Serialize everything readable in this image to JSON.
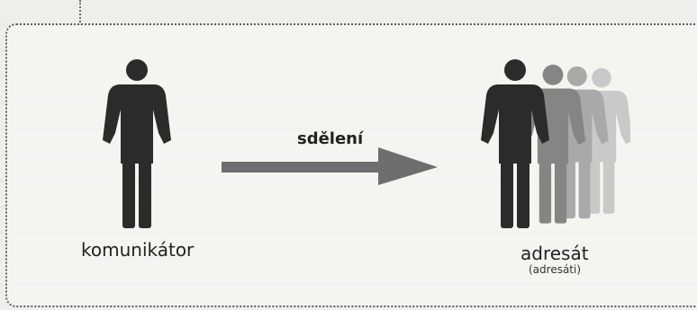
{
  "diagram": {
    "sender_label": "komunikátor",
    "message_label": "sdělení",
    "receiver_label": "adresát",
    "receiver_sublabel": "(adresáti)",
    "colors": {
      "figure_dark": "#2b2b2b",
      "arrow": "#6e6e6e",
      "frame": "#5e5e5e"
    },
    "icons": {
      "sender": "person-icon",
      "receivers": "person-group-icon",
      "arrow": "arrow-right-icon"
    }
  }
}
